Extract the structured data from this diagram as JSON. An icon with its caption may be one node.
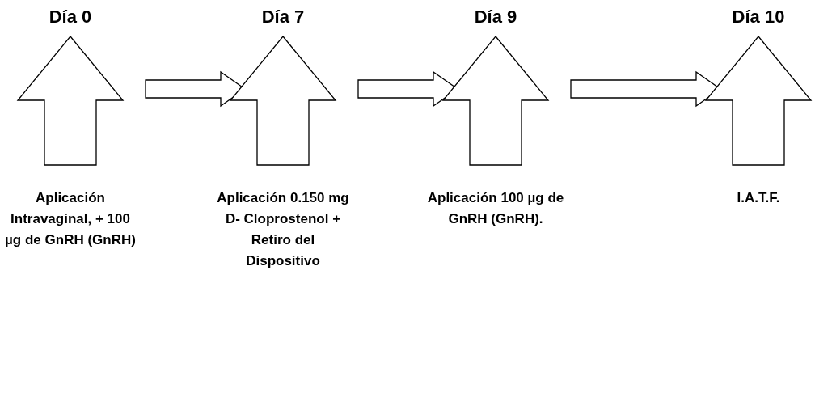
{
  "diagram": {
    "nodes": [
      {
        "text": [
          "Día 0",
          "Aplicación Intravaginal, + 100 µg de GnRH (GnRH)"
        ]
      },
      {
        "text": [
          "Día 7",
          "Aplicación 0.150 mg D- Cloprostenol + Retiro del Dispositivo"
        ]
      },
      {
        "text": [
          "Día 9",
          "Aplicación 100 µg de GnRH (GnRH)."
        ]
      },
      {
        "text": [
          "Día 10",
          "I.A.T.F."
        ]
      }
    ],
    "edges": [
      {
        "from": 0,
        "to": 1,
        "arrow": "to"
      },
      {
        "from": 1,
        "to": 2,
        "arrow": "to"
      },
      {
        "from": 2,
        "to": 3,
        "arrow": "to"
      }
    ]
  }
}
